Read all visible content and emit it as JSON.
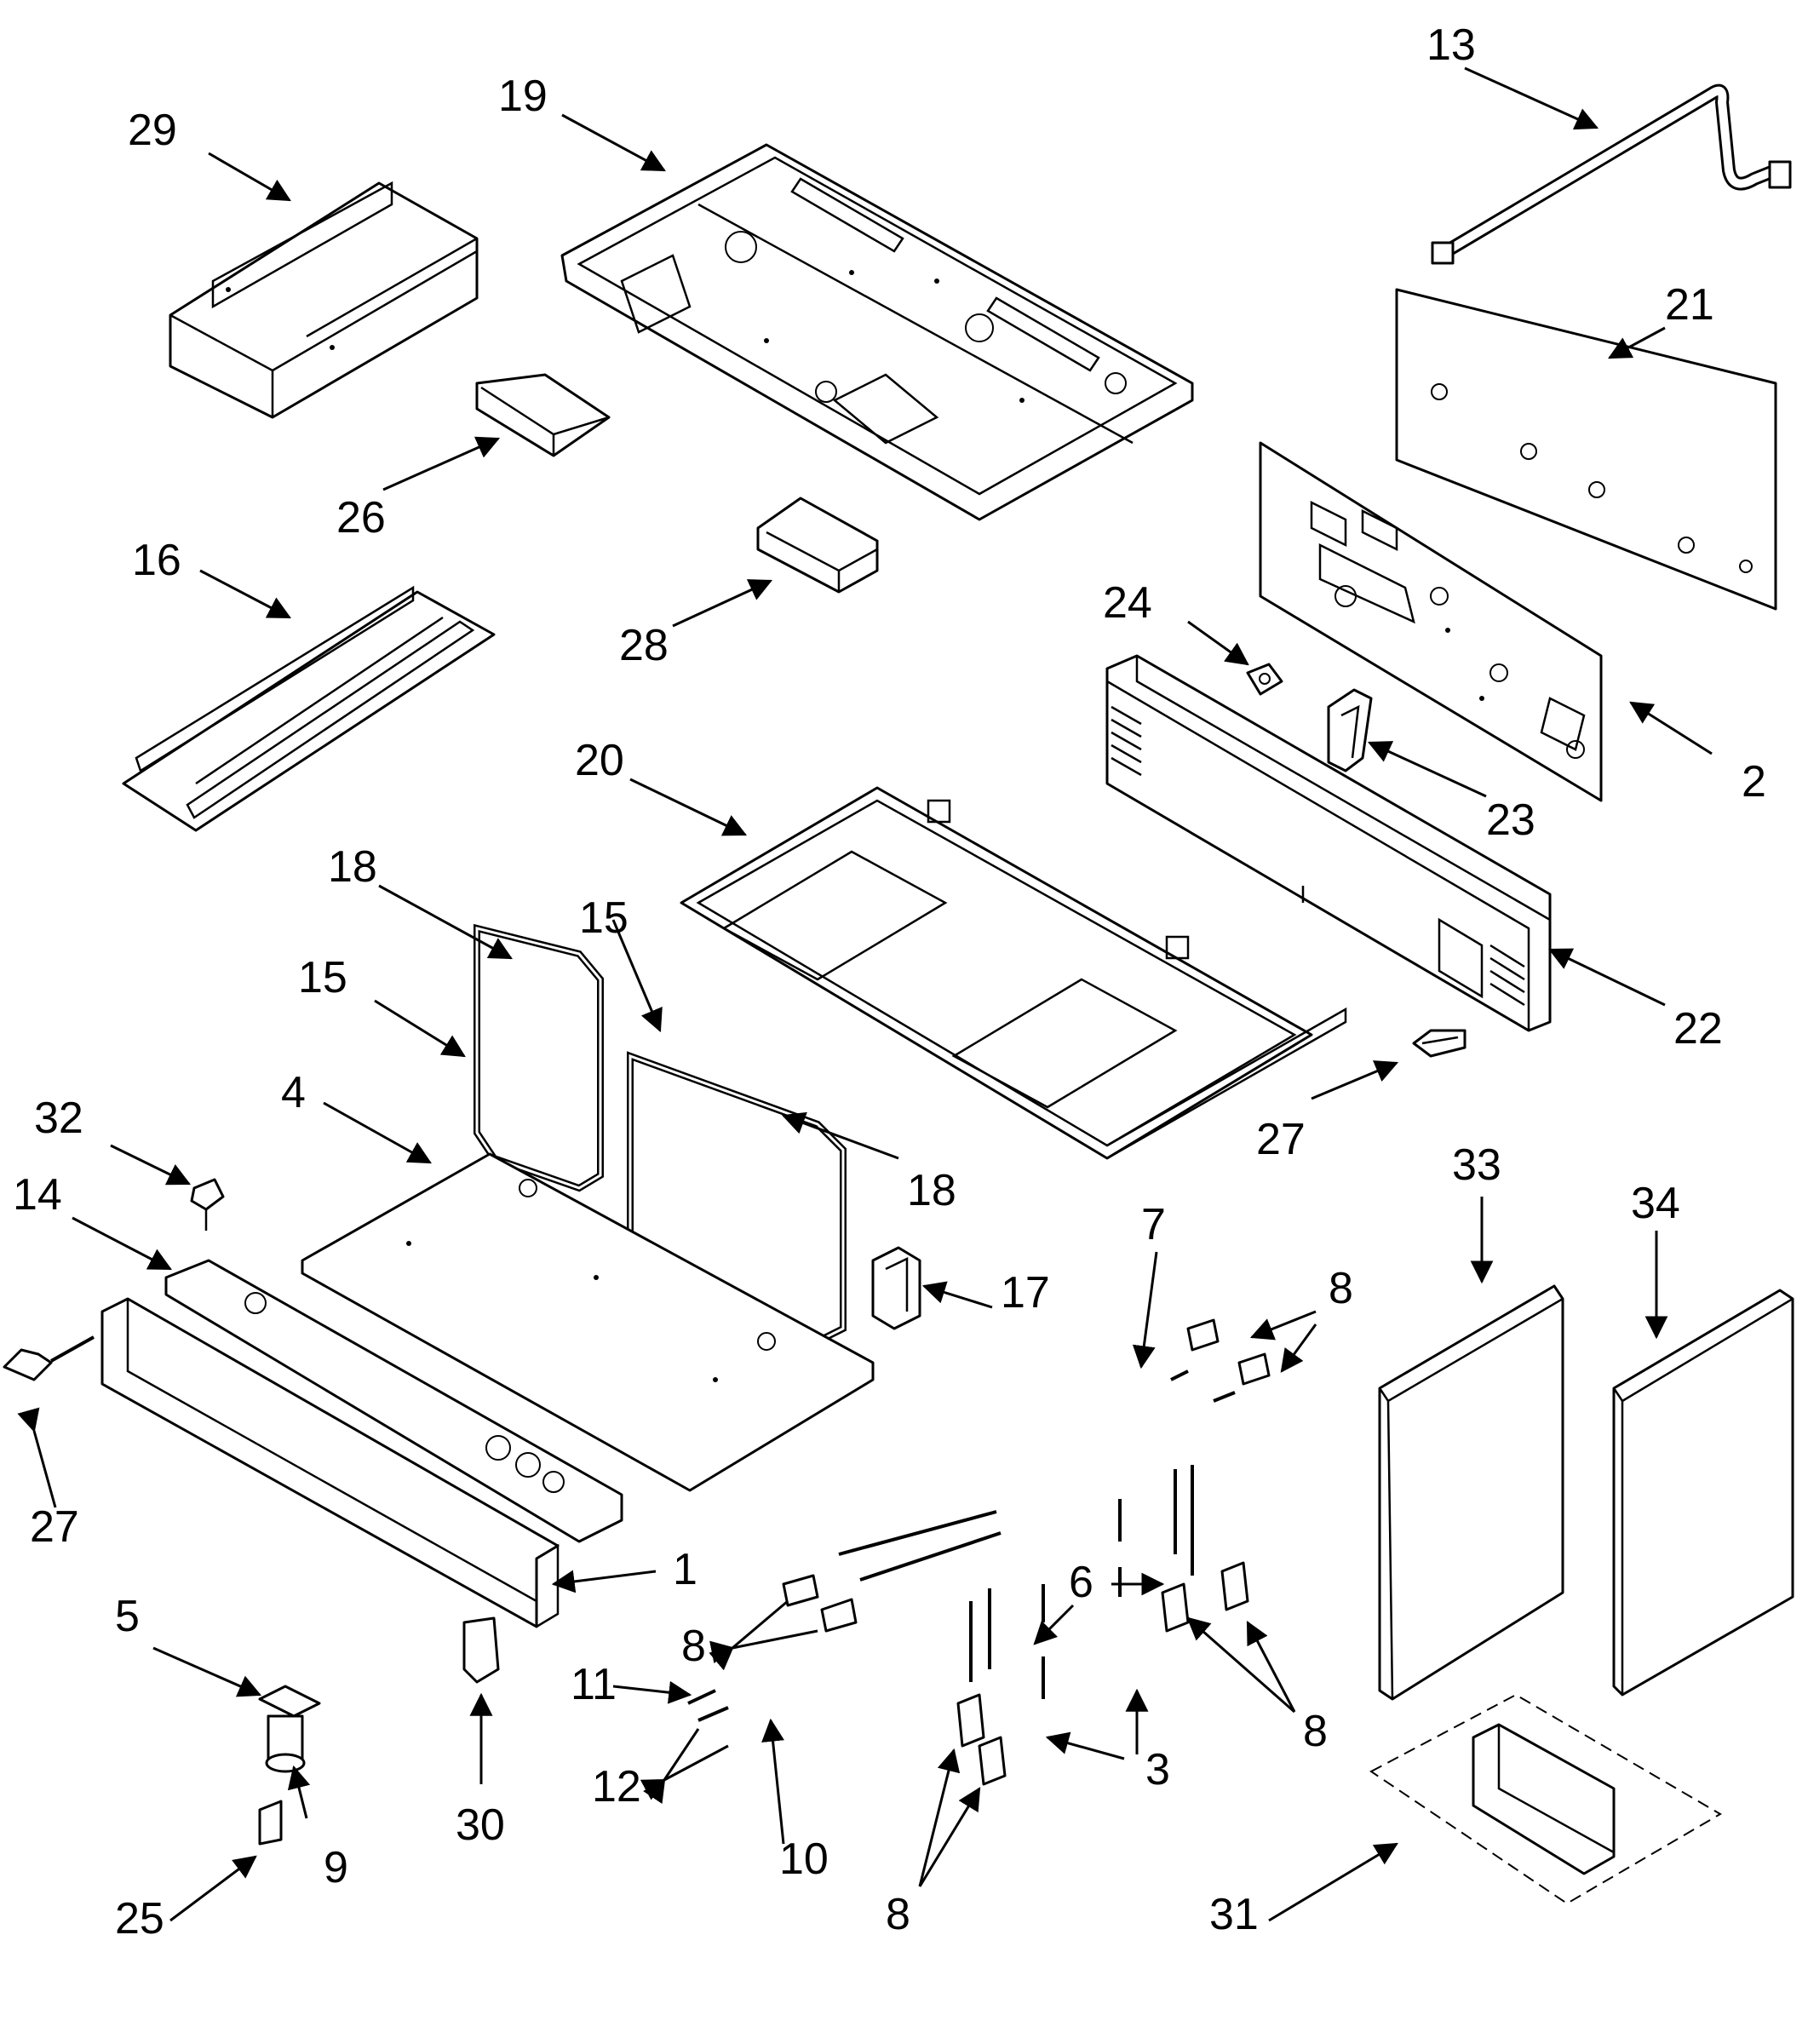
{
  "callouts": {
    "c1": "1",
    "c2": "2",
    "c3": "3",
    "c4": "4",
    "c5": "5",
    "c6": "6",
    "c7": "7",
    "c8a": "8",
    "c8b": "8",
    "c8c": "8",
    "c8d": "8",
    "c9": "9",
    "c10": "10",
    "c11": "11",
    "c12": "12",
    "c13": "13",
    "c14": "14",
    "c15a": "15",
    "c15b": "15",
    "c16": "16",
    "c17": "17",
    "c18a": "18",
    "c18b": "18",
    "c19": "19",
    "c20": "20",
    "c21": "21",
    "c22": "22",
    "c23": "23",
    "c24": "24",
    "c25": "25",
    "c26": "26",
    "c27a": "27",
    "c27b": "27",
    "c28": "28",
    "c29": "29",
    "c30": "30",
    "c31": "31",
    "c32": "32",
    "c33": "33",
    "c34": "34"
  }
}
